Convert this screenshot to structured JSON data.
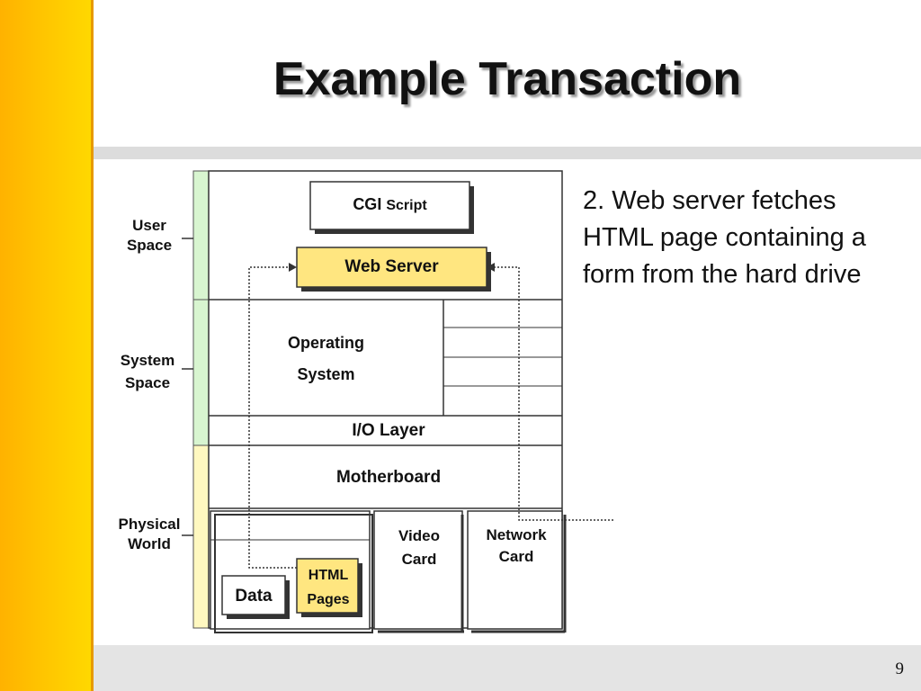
{
  "slide": {
    "title": "Example Transaction",
    "page_number": "9",
    "caption": "2. Web server fetches HTML page containing a form from the hard drive"
  },
  "side_labels": {
    "user_space": [
      "User",
      "Space"
    ],
    "system_space": [
      "System",
      "Space"
    ],
    "physical_world": [
      "Physical",
      "World"
    ]
  },
  "boxes": {
    "cgi_script_main": "CGI",
    "cgi_script_suffix": "Script",
    "web_server": "Web Server",
    "operating_system": [
      "Operating",
      "System"
    ],
    "io_layer": "I/O Layer",
    "motherboard": "Motherboard",
    "video_card": [
      "Video",
      "Card"
    ],
    "network_card": [
      "Network",
      "Card"
    ],
    "html_pages": [
      "HTML",
      "Pages"
    ],
    "data": "Data"
  },
  "colors": {
    "highlight_box": "#ffe680",
    "user_bar": "#d8f5d0",
    "system_bar": "#d8f5d0",
    "physical_bar": "#fff8c0",
    "sidebar_gradient_start": "#ffb200",
    "sidebar_gradient_end": "#ffd800"
  }
}
